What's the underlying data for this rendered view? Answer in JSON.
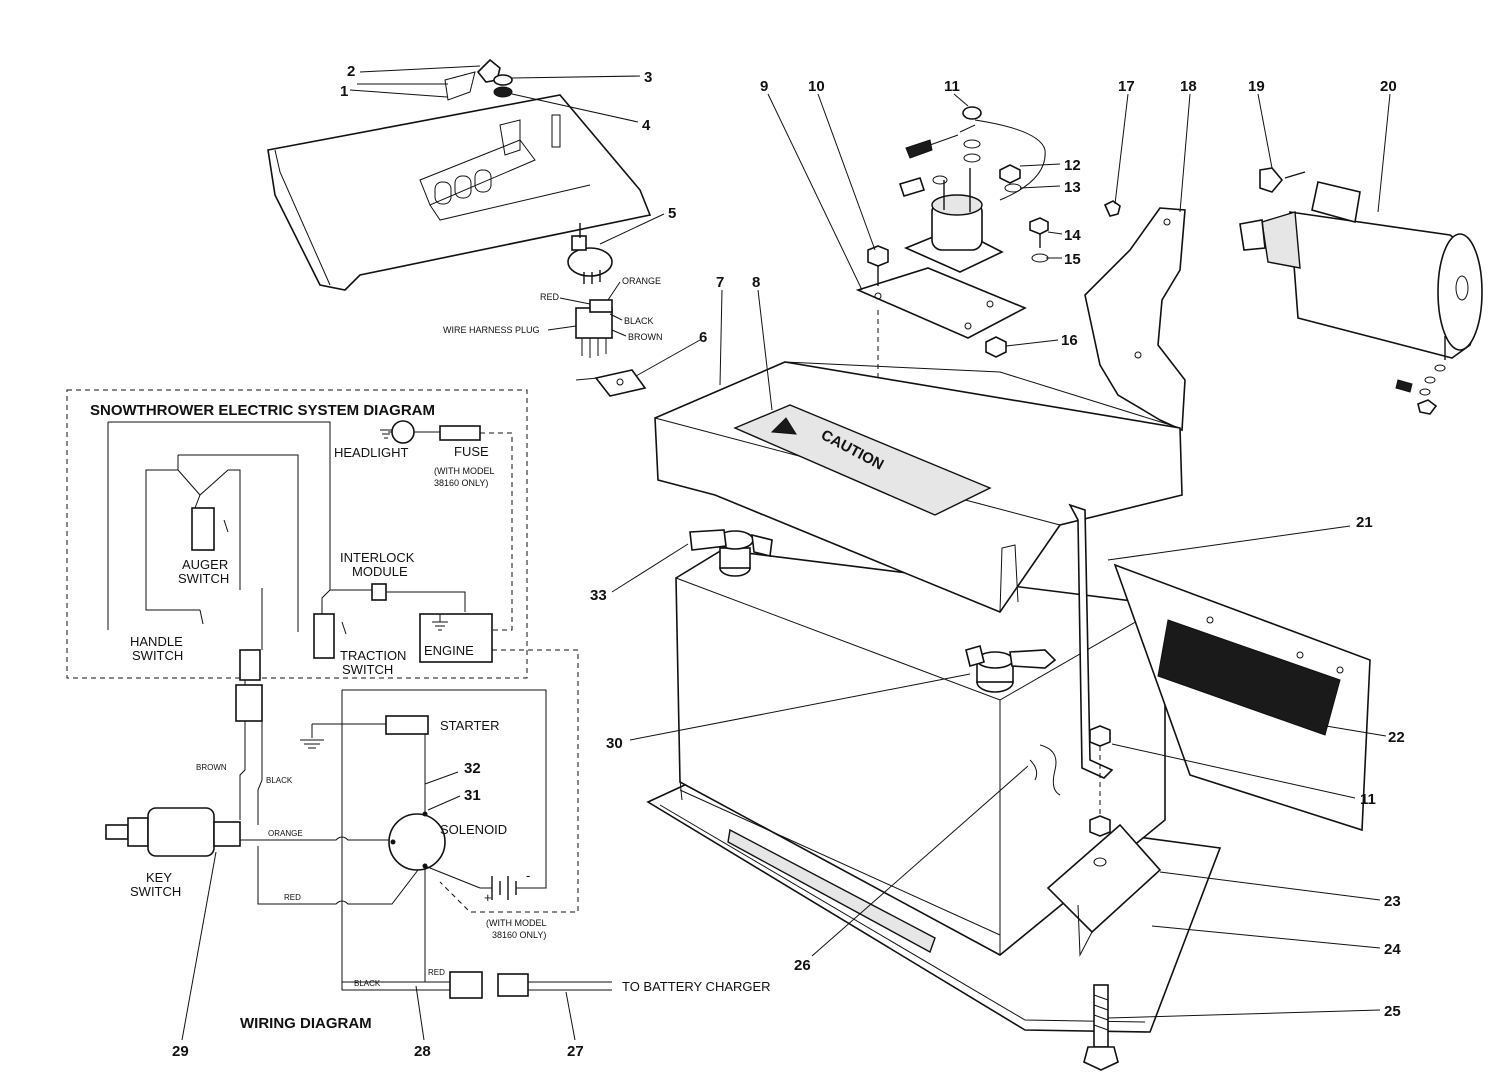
{
  "parts": {
    "p1": "1",
    "p2": "2",
    "p3": "3",
    "p4": "4",
    "p5": "5",
    "p6": "6",
    "p7": "7",
    "p8": "8",
    "p9": "9",
    "p10": "10",
    "p11a": "11",
    "p11b": "11",
    "p12": "12",
    "p13": "13",
    "p14": "14",
    "p15": "15",
    "p16": "16",
    "p17": "17",
    "p18": "18",
    "p19": "19",
    "p20": "20",
    "p21": "21",
    "p22": "22",
    "p23": "23",
    "p24": "24",
    "p25": "25",
    "p26": "26",
    "p27": "27",
    "p28": "28",
    "p29": "29",
    "p30": "30",
    "p31": "31",
    "p32": "32",
    "p33": "33"
  },
  "plug_labels": {
    "orange": "ORANGE",
    "red": "RED",
    "black": "BLACK",
    "brown": "BROWN",
    "wire_harness_plug": "WIRE HARNESS PLUG"
  },
  "battery_cover": {
    "caution": "CAUTION"
  },
  "electric_system_diagram": {
    "title": "SNOWTHROWER ELECTRIC SYSTEM DIAGRAM",
    "headlight": "HEADLIGHT",
    "fuse": "FUSE",
    "model_note_line1": "(WITH MODEL",
    "model_note_line2": "38160 ONLY)",
    "auger_switch_line1": "AUGER",
    "auger_switch_line2": "SWITCH",
    "interlock_line1": "INTERLOCK",
    "interlock_line2": "MODULE",
    "handle_switch_line1": "HANDLE",
    "handle_switch_line2": "SWITCH",
    "traction_line1": "TRACTION",
    "traction_line2": "SWITCH",
    "engine": "ENGINE"
  },
  "wiring_diagram": {
    "title": "WIRING DIAGRAM",
    "starter": "STARTER",
    "solenoid": "SOLENOID",
    "key_switch_line1": "KEY",
    "key_switch_line2": "SWITCH",
    "brown": "BROWN",
    "black": "BLACK",
    "orange": "ORANGE",
    "red": "RED",
    "red_charger": "RED",
    "black_charger": "BLACK",
    "model_note_line1": "(WITH MODEL",
    "model_note_line2": "38160 ONLY)",
    "to_battery_charger": "TO BATTERY CHARGER",
    "plus": "+",
    "minus": "-"
  }
}
